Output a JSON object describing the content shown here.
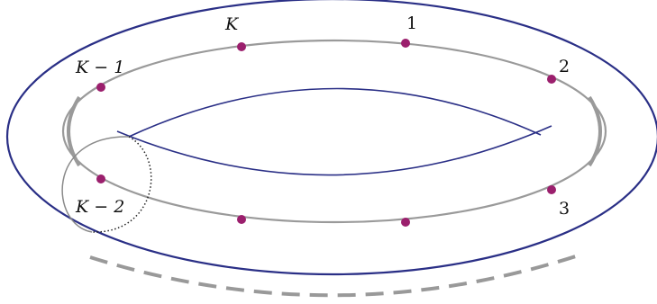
{
  "labels": {
    "site_K": "K",
    "site_1": "1",
    "site_2": "2",
    "site_3": "3",
    "site_K_minus_1": "K − 1",
    "site_K_minus_2": "K − 2"
  },
  "colors": {
    "torus_outline": "#2a2f86",
    "site_ring": "#9a9a9a",
    "site_dot": "#9b1f6d",
    "hidden_edge": "#999999",
    "dotted_circle": "#333333"
  }
}
